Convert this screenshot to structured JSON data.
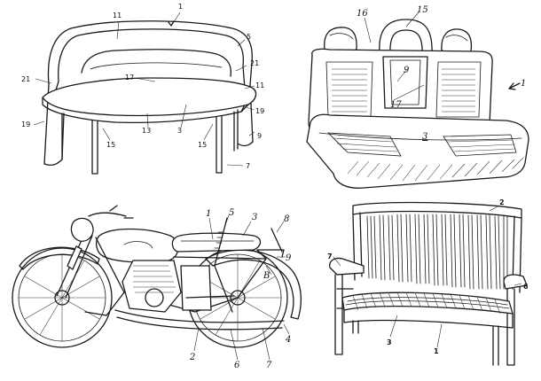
{
  "panels": {
    "sofa": {
      "labels": [
        "1",
        "11",
        "5",
        "21",
        "21",
        "17",
        "11",
        "19",
        "19",
        "3",
        "13",
        "15",
        "15",
        "9",
        "7"
      ]
    },
    "car_seat": {
      "labels": [
        "16",
        "15",
        "9",
        "17",
        "3",
        "1"
      ]
    },
    "motorcycle": {
      "labels": [
        "1",
        "5",
        "3",
        "8",
        "9",
        "B",
        "4",
        "2",
        "6",
        "7"
      ]
    },
    "bench": {
      "labels": [
        "2",
        "7",
        "6",
        "3",
        "1"
      ]
    }
  }
}
